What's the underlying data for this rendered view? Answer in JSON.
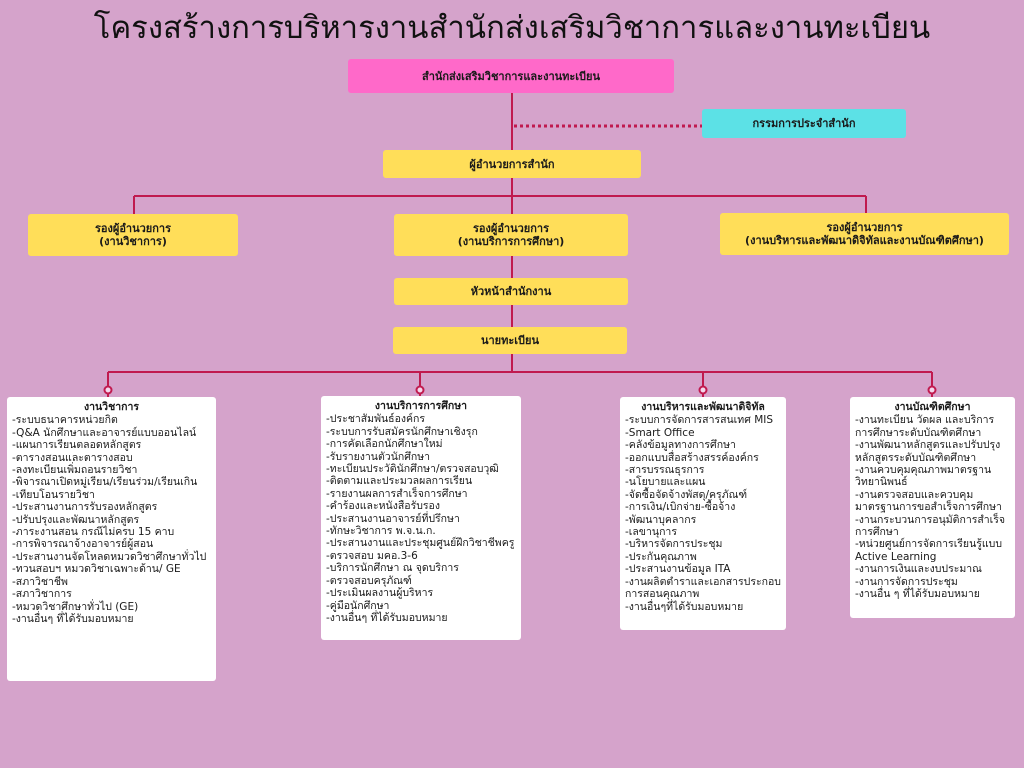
{
  "title": "โครงสร้างการบริหารงานสำนักส่งเสริมวิชาการและงานทะเบียน",
  "nodes": {
    "office": "สำนักส่งเสริมวิชาการและงานทะเบียน",
    "committee": "กรรมการประจำสำนัก",
    "director": "ผู้อำนวยการสำนัก",
    "deputy_academic": [
      "รองผู้อำนวยการ",
      "(งานวิชาการ)"
    ],
    "deputy_service": [
      "รองผู้อำนวยการ",
      "(งานบริการการศึกษา)"
    ],
    "deputy_digital": [
      "รองผู้อำนวยการ",
      "(งานบริหารและพัฒนาดิจิทัลและงานบัณฑิตศึกษา)"
    ],
    "head_office": "หัวหน้าสำนักงาน",
    "registrar": "นายทะเบียน"
  },
  "units": [
    {
      "title": "งานวิชาการ",
      "items": [
        "-ระบบธนาคารหน่วยกิต",
        "-Q&A นักศึกษาและอาจารย์แบบออนไลน์",
        "-แผนการเรียนตลอดหลักสูตร",
        "-ตารางสอนและตารางสอบ",
        "-ลงทะเบียนเพิ่มถอนรายวิชา",
        "-พิจารณาเปิดหมู่เรียน/เรียนร่วม/เรียนเกิน",
        "-เทียบโอนรายวิชา",
        "-ประสานงานการรับรองหลักสูตร",
        "-ปรับปรุงและพัฒนาหลักสูตร",
        "-ภาระงานสอน กรณีไม่ครบ 15 คาบ",
        "-การพิจารณาจ้างอาจารย์ผู้สอน",
        "-ประสานงานจัดโหลดหมวดวิชาศึกษาทั่วไป",
        "-ทวนสอบฯ หมวดวิชาเฉพาะด้าน/ GE",
        "-สภาวิชาชีพ",
        "-สภาวิชาการ",
        "-หมวดวิชาศึกษาทั่วไป (GE)",
        "-งานอื่นๆ ที่ได้รับมอบหมาย"
      ]
    },
    {
      "title": "งานบริการการศึกษา",
      "items": [
        "-ประชาสัมพันธ์องค์กร",
        "-ระบบการรับสมัครนักศึกษาเชิงรุก",
        "-การคัดเลือกนักศึกษาใหม่",
        "-รับรายงานตัวนักศึกษา",
        "-ทะเบียนประวัตินักศึกษา/ตรวจสอบวุฒิ",
        "-ติดตามและประมวลผลการเรียน",
        "-รายงานผลการสำเร็จการศึกษา",
        "-คำร้องและหนังสือรับรอง",
        "-ประสานงานอาจารย์ที่ปรึกษา",
        "-ทักษะวิชาการ พ.จ.น.ก.",
        "-ประสานงานและประชุมศูนย์ฝึกวิชาชีพครู",
        "-ตรวจสอบ มคอ.3-6",
        "-บริการนักศึกษา ณ จุดบริการ",
        "-ตรวจสอบครุภัณฑ์",
        "-ประเมินผลงานผู้บริหาร",
        "-คู่มือนักศึกษา",
        "-งานอื่นๆ ที่ได้รับมอบหมาย"
      ]
    },
    {
      "title": "งานบริหารและพัฒนาดิจิทัล",
      "items": [
        "-ระบบการจัดการสารสนเทศ MIS",
        "-Smart Office",
        "-คลังข้อมูลทางการศึกษา",
        "-ออกแบบสื่อสร้างสรรค์องค์กร",
        "-สารบรรณธุรการ",
        "-นโยบายและแผน",
        "-จัดซื้อจัดจ้างพัสดุ/ครุภัณฑ์",
        "-การเงิน/เบิกจ่าย-ซื้อจ้าง",
        "-พัฒนาบุคลากร",
        "-เลขานุการ",
        "-บริหารจัดการประชุม",
        "-ประกันคุณภาพ",
        "-ประสานงานข้อมูล ITA",
        "-งานผลิตตำราและเอกสารประกอบการสอนคุณภาพ",
        "-งานอื่นๆที่ได้รับมอบหมาย"
      ]
    },
    {
      "title": "งานบัณฑิตศึกษา",
      "items": [
        "-งานทะเบียน วัดผล และบริการการศึกษาระดับบัณฑิตศึกษา",
        "-งานพัฒนาหลักสูตรและปรับปรุงหลักสูตรระดับบัณฑิตศึกษา",
        "-งานควบคุมคุณภาพมาตรฐานวิทยานิพนธ์",
        "-งานตรวจสอบและควบคุมมาตรฐานการขอสำเร็จการศึกษา",
        "-งานกระบวนการอนุมัติการสำเร็จการศึกษา",
        "-หน่วยศูนย์การจัดการเรียนรู้แบบ Active Learning",
        "-งานการเงินและงบประมาณ",
        "-งานการจัดการประชุม",
        "-งานอื่น ๆ ที่ได้รับมอบหมาย"
      ]
    }
  ],
  "colors": {
    "background": "#d5a3cb",
    "office": "#ff69c9",
    "committee": "#5ce1e6",
    "position": "#ffde59",
    "unit": "#ffffff",
    "line": "#c01a4f"
  }
}
